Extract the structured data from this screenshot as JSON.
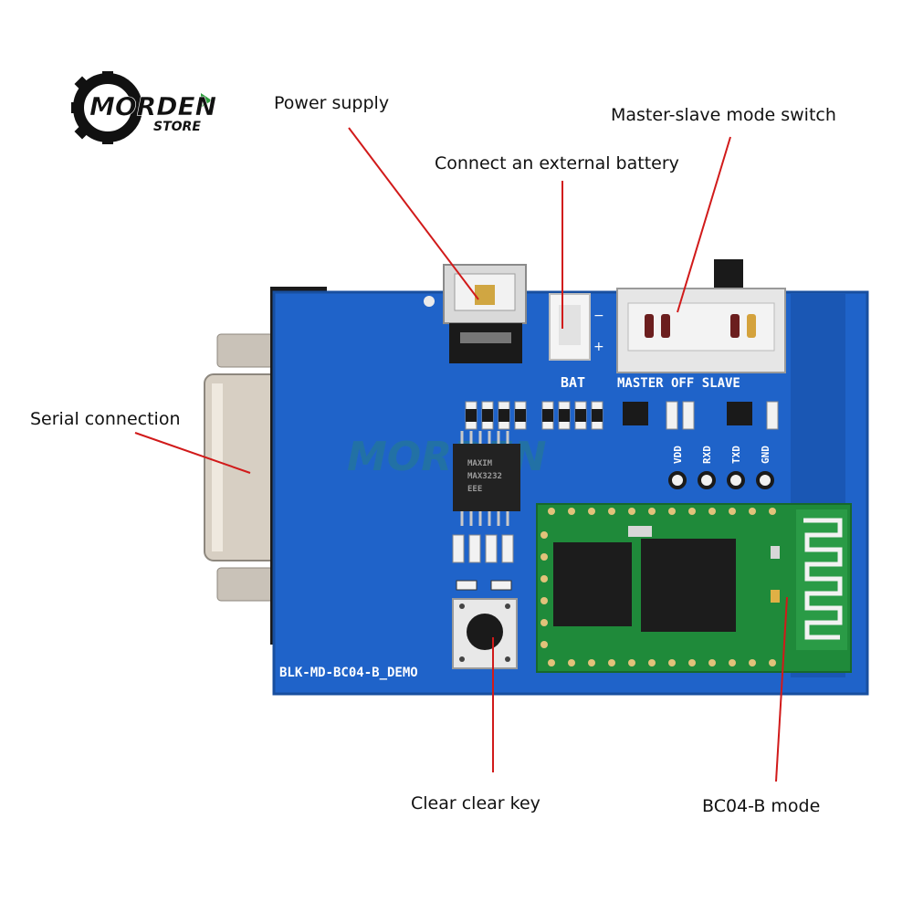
{
  "logo": {
    "brand": "MORDEN",
    "sub": "STORE",
    "gear_color": "#111111",
    "accent_color": "#2e9e3e"
  },
  "callouts": {
    "power_supply": "Power supply",
    "master_slave": "Master-slave mode switch",
    "battery": "Connect an external battery",
    "serial": "Serial connection",
    "clear_key": "Clear clear key",
    "bc04_mode": "BC04-B mode"
  },
  "board": {
    "name": "BLK-MD-BC04-B_DEMO",
    "bat_label": "BAT",
    "switch_label": "MASTER OFF SLAVE",
    "pins": [
      "VDD",
      "RXD",
      "TXD",
      "GND"
    ],
    "ic_text": [
      "MAXIM",
      "MAX3232",
      "EEE"
    ],
    "pcb_color": "#1f63c9",
    "module_color": "#1f8a3a",
    "leader_color": "#d11a1a"
  }
}
